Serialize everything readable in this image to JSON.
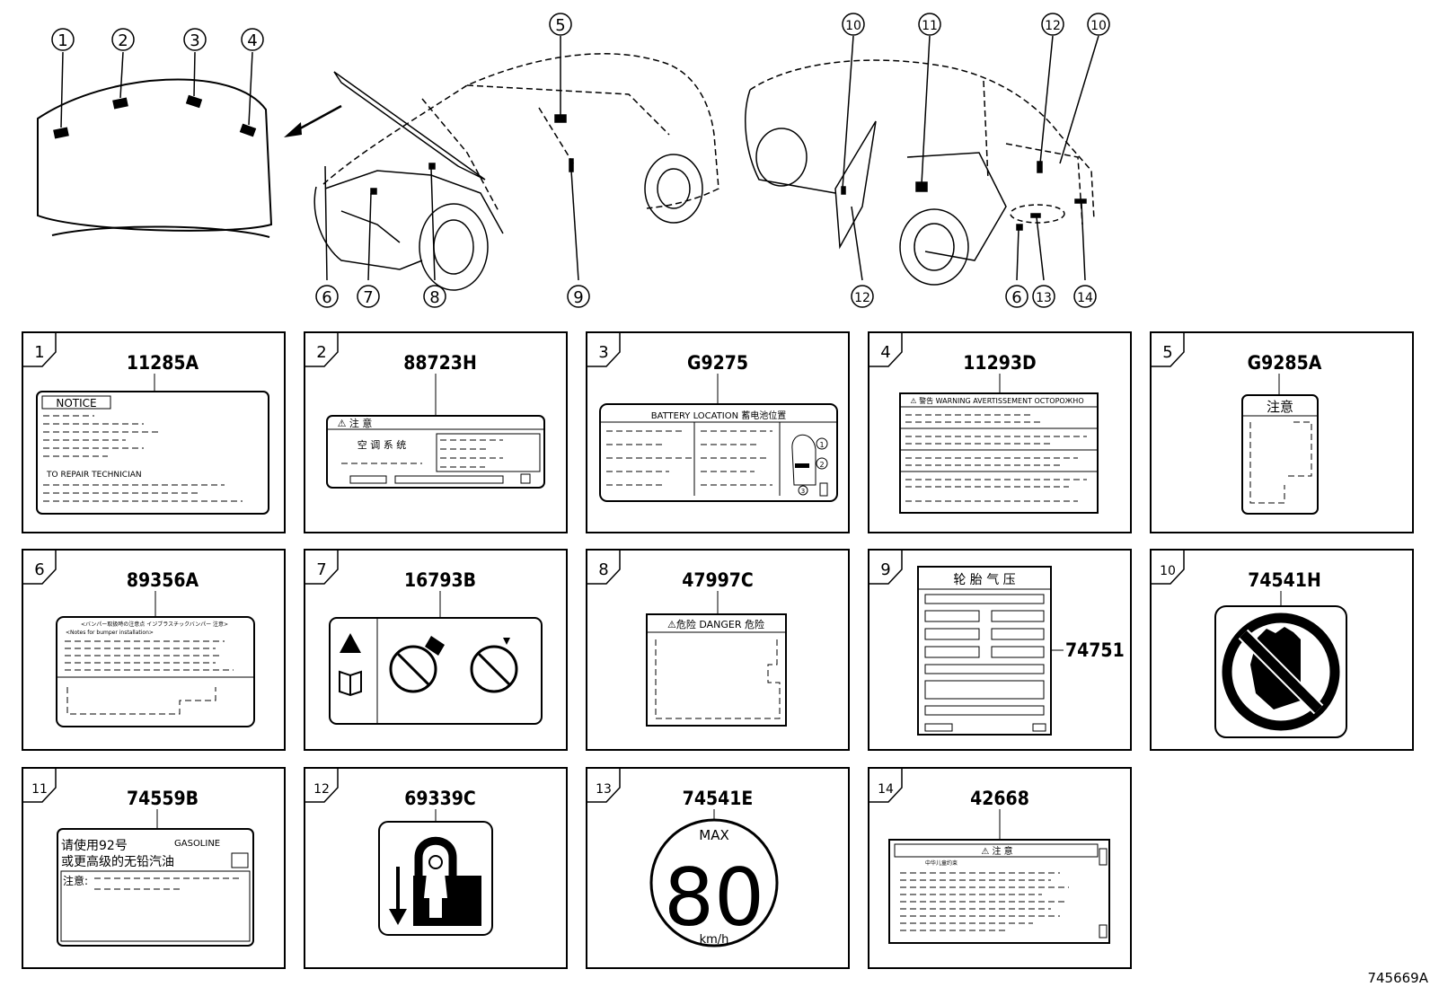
{
  "callouts": {
    "hood": [
      "1",
      "2",
      "3",
      "4"
    ],
    "front_top": "5",
    "front_bottom": [
      "6",
      "7",
      "8",
      "9"
    ],
    "rear_top": [
      "10",
      "11",
      "12",
      "10"
    ],
    "rear_bottom": [
      "12",
      "6",
      "13",
      "14"
    ]
  },
  "panels": [
    {
      "num": "1",
      "code": "11285A",
      "lines": [
        "NOTICE",
        "TO REPAIR TECHNICIAN"
      ]
    },
    {
      "num": "2",
      "code": "88723H",
      "lines": [
        "⚠ 注 意",
        "空 调 系 统"
      ]
    },
    {
      "num": "3",
      "code": "G9275",
      "lines": [
        "BATTERY LOCATION 蓄电池位置",
        "1",
        "2",
        "3"
      ]
    },
    {
      "num": "4",
      "code": "11293D",
      "lines": [
        "⚠ 警告 WARNING AVERTISSEMENT OCTOPOЖHO"
      ]
    },
    {
      "num": "5",
      "code": "G9285A",
      "lines": [
        "注意"
      ]
    },
    {
      "num": "6",
      "code": "89356A",
      "lines": [
        "<バンパー取扱時の注意点 イン゙ブラスチックバンパー 注意>",
        "<Notes for bumper installation>"
      ]
    },
    {
      "num": "7",
      "code": "16793B",
      "lines": []
    },
    {
      "num": "8",
      "code": "47997C",
      "lines": [
        "⚠危险 DANGER 危险"
      ]
    },
    {
      "num": "9",
      "code": "",
      "side_code": "74751",
      "lines": [
        "轮 胎 气 压"
      ]
    },
    {
      "num": "10",
      "code": "74541H",
      "lines": []
    },
    {
      "num": "11",
      "code": "74559B",
      "lines": [
        "请使用92号",
        "或更高级的无铅汽油",
        "GASOLINE",
        "注意:"
      ]
    },
    {
      "num": "12",
      "code": "69339C",
      "lines": []
    },
    {
      "num": "13",
      "code": "74541E",
      "lines": [
        "MAX",
        "80",
        "km/h"
      ]
    },
    {
      "num": "14",
      "code": "42668",
      "lines": [
        "⚠ 注 意",
        "中华儿童约束"
      ]
    }
  ],
  "figure_id": "745669A"
}
